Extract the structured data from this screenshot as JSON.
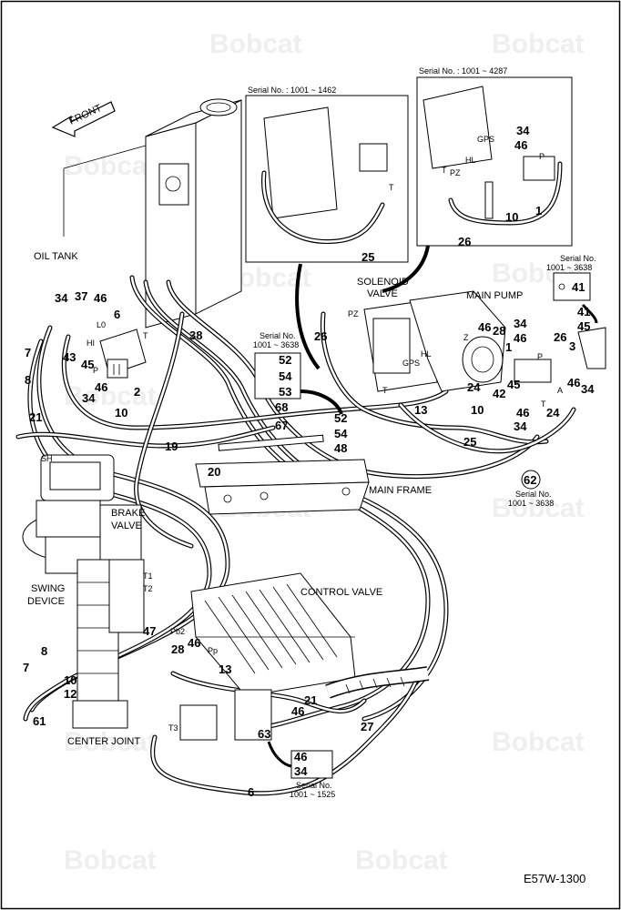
{
  "drawing": {
    "code": "E57W-1300",
    "watermark": "Bobcat"
  },
  "components": {
    "front": "FRONT",
    "oil_tank": "OIL TANK",
    "solenoid_valve": "SOLENOID\nVALVE",
    "solenoid_valve_l1": "SOLENOID",
    "solenoid_valve_l2": "VALVE",
    "main_pump": "MAIN PUMP",
    "main_frame": "MAIN FRAME",
    "brake_valve_l1": "BRAKE",
    "brake_valve_l2": "VALVE",
    "swing_device_l1": "SWING",
    "swing_device_l2": "DEVICE",
    "control_valve": "CONTROL VALVE",
    "center_joint": "CENTER JOINT"
  },
  "insets": {
    "a": {
      "serial": "Serial No. : 1001 ~ 1462"
    },
    "b": {
      "serial": "Serial No. : 1001 ~ 4287"
    },
    "c": {
      "serial_l1": "Serial No.",
      "serial_l2": "1001 ~ 3638"
    },
    "d": {
      "serial_l1": "Serial No.",
      "serial_l2": "1001 ~ 3638"
    },
    "e_serial_l1": "Serial No.",
    "e_serial_l2": "1001 ~ 3638",
    "f": {
      "serial_l1": "Serial No.",
      "serial_l2": "1001 ~ 1525"
    }
  },
  "ports": {
    "L0": "L0",
    "HI": "HI",
    "P": "P",
    "T": "T",
    "SH": "SH",
    "PZ": "PZ",
    "HL": "HL",
    "GPS": "GPS",
    "Z": "Z",
    "A": "A",
    "T1": "T1",
    "T2": "T2",
    "T3": "T3",
    "Pb2": "Pb2",
    "Pp": "Pp"
  },
  "callouts": {
    "n1": "1",
    "n2": "2",
    "n3": "3",
    "n6": "6",
    "n7": "7",
    "n8": "8",
    "n10": "10",
    "n12": "12",
    "n13": "13",
    "n19": "19",
    "n20": "20",
    "n21": "21",
    "n24": "24",
    "n25": "25",
    "n26": "26",
    "n27": "27",
    "n28": "28",
    "n34": "34",
    "n37": "37",
    "n38": "38",
    "n41": "41",
    "n42": "42",
    "n43": "43",
    "n45": "45",
    "n46": "46",
    "n47": "47",
    "n48": "48",
    "n52": "52",
    "n53": "53",
    "n54": "54",
    "n61": "61",
    "n62": "62",
    "n63": "63",
    "n67": "67",
    "n68": "68"
  }
}
